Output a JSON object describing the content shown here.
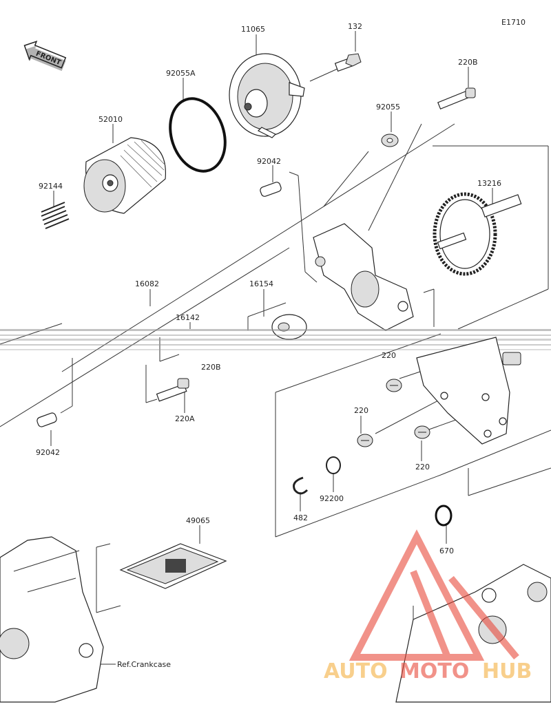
{
  "diagram": {
    "code": "E1710",
    "front_label": "FRONT",
    "ref_label": "Ref.Crankcase",
    "watermark": {
      "brand_a": "AUTO",
      "brand_b": "MOTO",
      "brand_c": "HUB"
    },
    "parts": [
      {
        "id": "p11065",
        "label": "11065"
      },
      {
        "id": "p132",
        "label": "132"
      },
      {
        "id": "p220B_top",
        "label": "220B"
      },
      {
        "id": "p92055A",
        "label": "92055A"
      },
      {
        "id": "p52010",
        "label": "52010"
      },
      {
        "id": "p92055",
        "label": "92055"
      },
      {
        "id": "p92144",
        "label": "92144"
      },
      {
        "id": "p92042_top",
        "label": "92042"
      },
      {
        "id": "p13216",
        "label": "13216"
      },
      {
        "id": "p16082",
        "label": "16082"
      },
      {
        "id": "p16154",
        "label": "16154"
      },
      {
        "id": "p16142",
        "label": "16142"
      },
      {
        "id": "p220B_mid",
        "label": "220B"
      },
      {
        "id": "p220_a",
        "label": "220"
      },
      {
        "id": "p220A",
        "label": "220A"
      },
      {
        "id": "p220_b",
        "label": "220"
      },
      {
        "id": "p220_c",
        "label": "220"
      },
      {
        "id": "p92042_bot",
        "label": "92042"
      },
      {
        "id": "p92200",
        "label": "92200"
      },
      {
        "id": "p482",
        "label": "482"
      },
      {
        "id": "p49065",
        "label": "49065"
      },
      {
        "id": "p670",
        "label": "670"
      }
    ],
    "colors": {
      "watermark_red": "#e84a3c",
      "watermark_orange": "#f5b041",
      "ink": "#222222"
    }
  }
}
